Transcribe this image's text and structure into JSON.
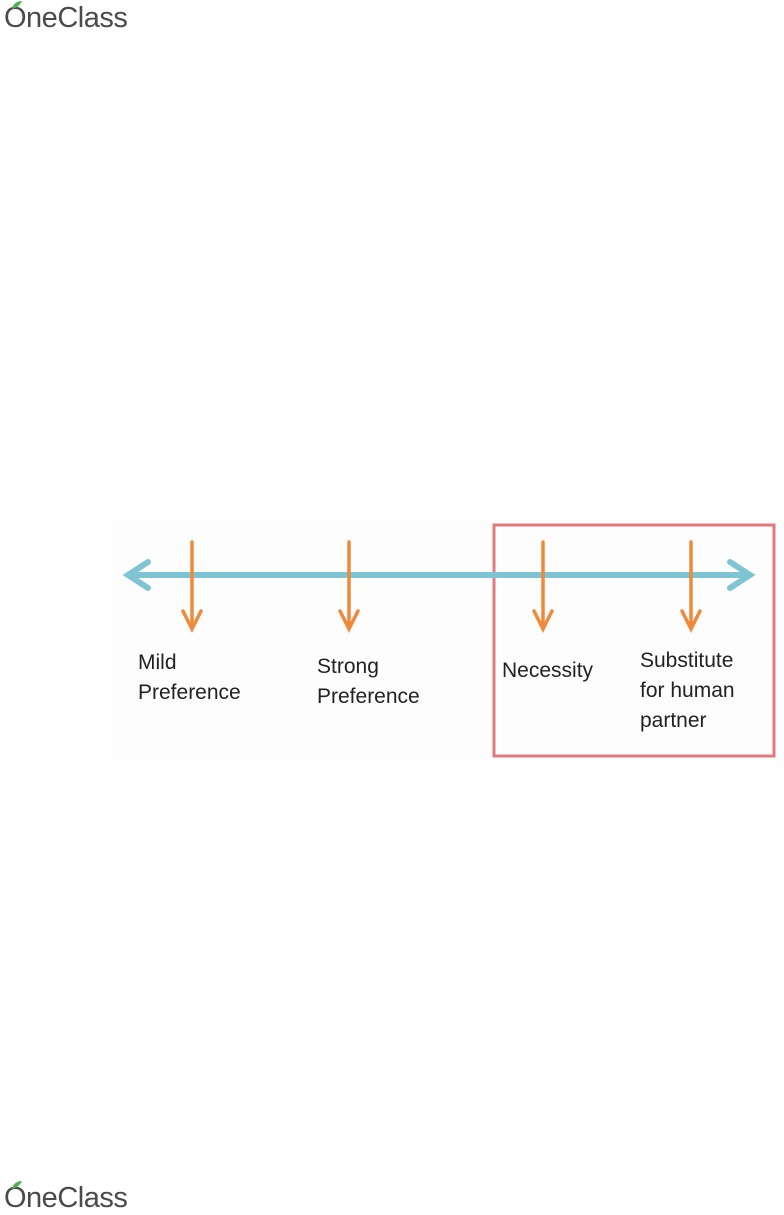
{
  "header": {
    "logo_text": "OneClass"
  },
  "footer": {
    "logo_text": "OneClass"
  },
  "diagram": {
    "axis_color": "#7fc4d3",
    "arrow_color": "#ee8a3a",
    "highlight_border_color": "#e17a7e",
    "labels": [
      {
        "text": "Mild\nPreference"
      },
      {
        "text": "Strong\nPreference"
      },
      {
        "text": "Necessity"
      },
      {
        "text": "Substitute\nfor human\npartner"
      }
    ]
  }
}
